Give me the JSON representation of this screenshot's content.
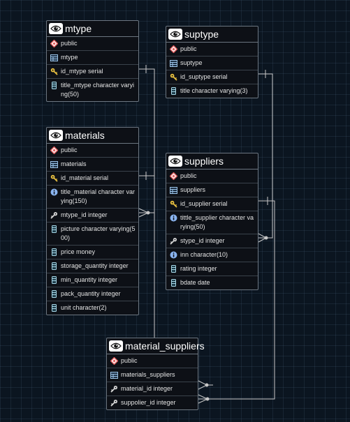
{
  "tables": {
    "mtype": {
      "title": "mtype",
      "rows": [
        {
          "icon": "schema-icon",
          "text": "public"
        },
        {
          "icon": "table-icon",
          "text": "mtype"
        },
        {
          "icon": "key-icon",
          "text": "id_mtype serial"
        },
        {
          "icon": "column-icon",
          "text": "title_mtype character varying(50)"
        }
      ]
    },
    "suptype": {
      "title": "suptype",
      "rows": [
        {
          "icon": "schema-icon",
          "text": "public"
        },
        {
          "icon": "table-icon",
          "text": "suptype"
        },
        {
          "icon": "key-icon",
          "text": "id_suptype serial"
        },
        {
          "icon": "column-icon",
          "text": "title character varying(3)"
        }
      ]
    },
    "materials": {
      "title": "materials",
      "rows": [
        {
          "icon": "schema-icon",
          "text": "public"
        },
        {
          "icon": "table-icon",
          "text": "materials"
        },
        {
          "icon": "key-icon",
          "text": "id_material serial"
        },
        {
          "icon": "info-icon",
          "text": "title_material character varying(150)"
        },
        {
          "icon": "foreign-key-icon",
          "text": "mtype_id integer"
        },
        {
          "icon": "column-icon",
          "text": "picture character varying(500)"
        },
        {
          "icon": "column-icon",
          "text": "price money"
        },
        {
          "icon": "column-icon",
          "text": "storage_quantity integer"
        },
        {
          "icon": "column-icon",
          "text": "min_quantity integer"
        },
        {
          "icon": "column-icon",
          "text": "pack_quantity integer"
        },
        {
          "icon": "column-icon",
          "text": "unit character(2)"
        }
      ]
    },
    "suppliers": {
      "title": "suppliers",
      "rows": [
        {
          "icon": "schema-icon",
          "text": "public"
        },
        {
          "icon": "table-icon",
          "text": "suppliers"
        },
        {
          "icon": "key-icon",
          "text": "id_supplier serial"
        },
        {
          "icon": "info-icon",
          "text": "tittle_supplier character varying(50)"
        },
        {
          "icon": "foreign-key-icon",
          "text": "stype_id integer"
        },
        {
          "icon": "info-icon",
          "text": "inn character(10)"
        },
        {
          "icon": "column-icon",
          "text": "rating integer"
        },
        {
          "icon": "column-icon",
          "text": "bdate date"
        }
      ]
    },
    "material_suppliers": {
      "title": "material_suppliers",
      "rows": [
        {
          "icon": "schema-icon",
          "text": "public"
        },
        {
          "icon": "table-icon",
          "text": "materials_suppliers"
        },
        {
          "icon": "foreign-key-icon",
          "text": "material_id integer"
        },
        {
          "icon": "foreign-key-icon",
          "text": "suppolier_id integer"
        }
      ]
    }
  },
  "colors": {
    "background": "#0b1520",
    "table_border": "#6c7681",
    "wire": "#c8c8c8",
    "schema_icon": "#e05a5a",
    "table_icon": "#9cc4e8",
    "key_icon": "#e8c040",
    "info_icon": "#8ab4f0",
    "column_icon": "#a8d8e8"
  }
}
